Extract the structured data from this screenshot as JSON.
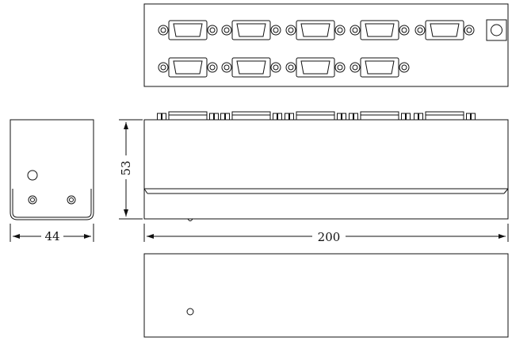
{
  "drawing": {
    "ink_color": "#111111",
    "background": "#ffffff",
    "dimensions": {
      "width": "44",
      "height": "53",
      "length": "200"
    },
    "top_view": {
      "top_row_ports": 5,
      "bottom_row_ports": 4,
      "power_jack": true
    },
    "front_view": {
      "connector_tabs": 5
    }
  }
}
